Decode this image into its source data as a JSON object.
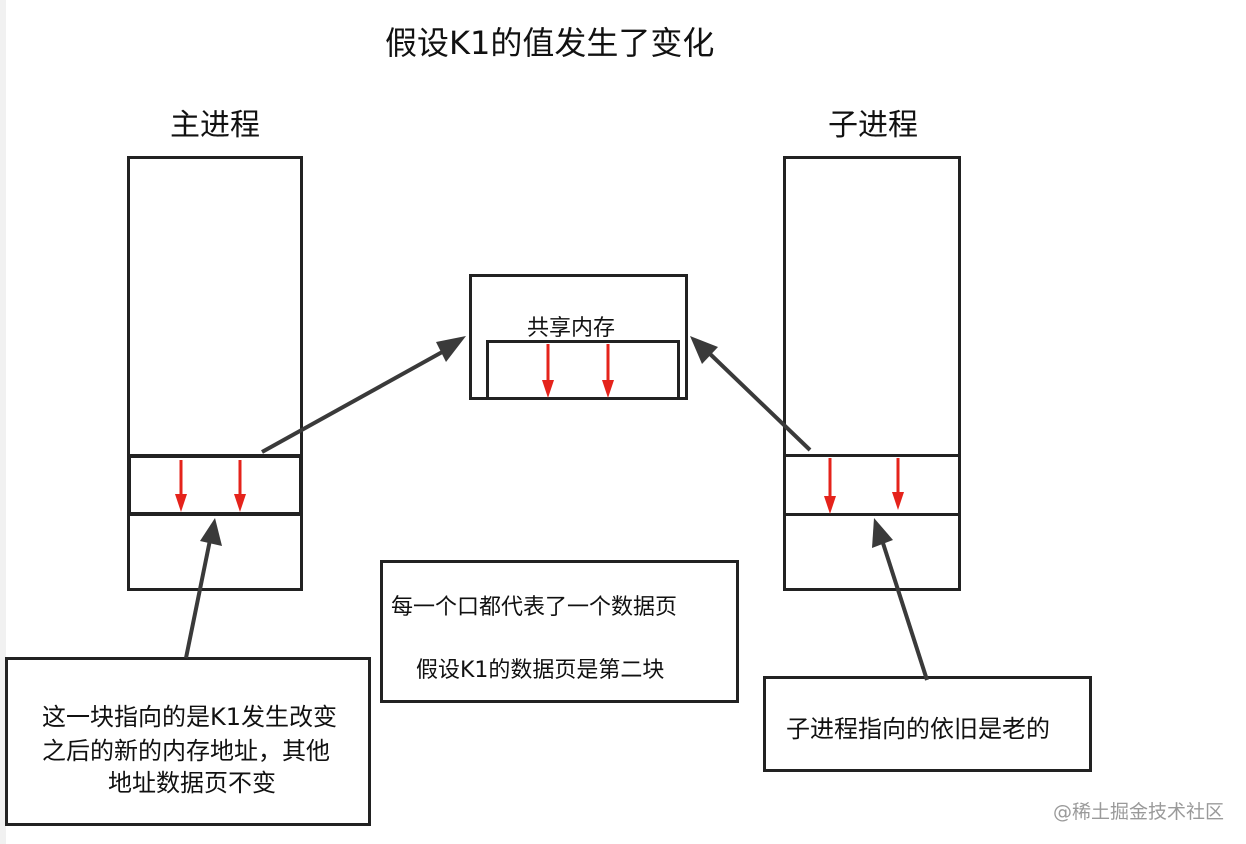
{
  "title": "假设K1的值发生了变化",
  "main_process": {
    "label": "主进程"
  },
  "child_process": {
    "label": "子进程"
  },
  "shared_memory": {
    "label": "共享内存"
  },
  "notes": {
    "main": [
      "这一块指向的是K1发生改变",
      "之后的新的内存地址，其他",
      "地址数据页不变"
    ],
    "center": [
      "每一个口都代表了一个数据页",
      "假设K1的数据页是第二块"
    ],
    "child": [
      "子进程指向的依旧是老的"
    ]
  },
  "watermark": "@稀土掘金技术社区",
  "colors": {
    "line": "#222222",
    "pointer": "#e5231b",
    "connector": "#3a3a3a"
  }
}
